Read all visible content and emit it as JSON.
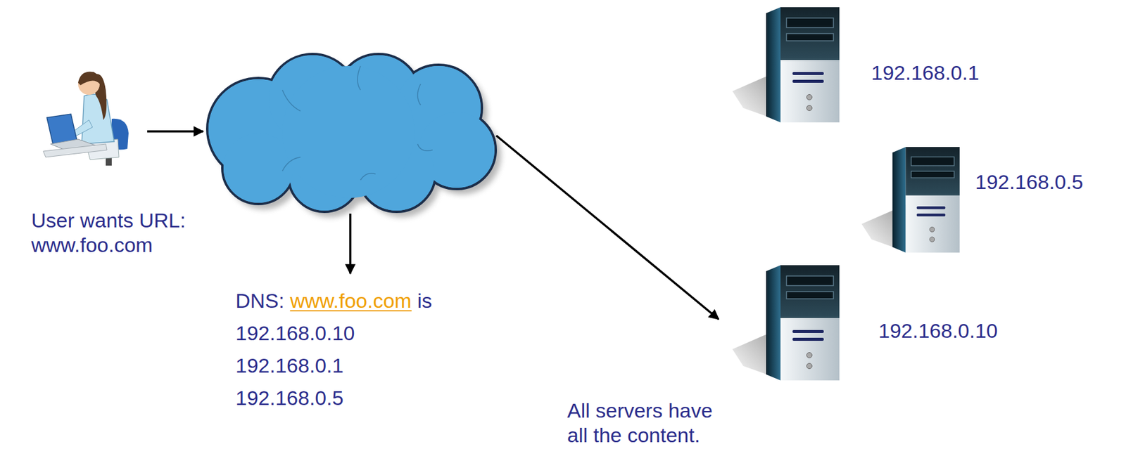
{
  "diagram": {
    "nodes": [
      {
        "text": [
          "User wants URL: www.foo.com"
        ]
      },
      {
        "text": [
          "192.168.0.1"
        ]
      },
      {
        "text": [
          "192.168.0.5"
        ]
      },
      {
        "text": [
          "192.168.0.10"
        ]
      }
    ],
    "labels": [
      "DNS:",
      "www.foo.com",
      "is",
      "192.168.0.10",
      "192.168.0.1",
      "192.168.0.5",
      "All servers have all the content."
    ]
  }
}
